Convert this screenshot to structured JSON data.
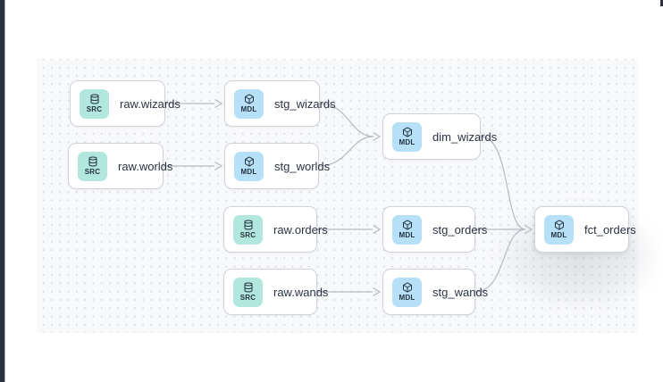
{
  "app": {
    "view": "data-lineage-canvas"
  },
  "colors": {
    "page_bg": "#ffffff",
    "left_bar": "#2a3140",
    "canvas_bg": "#f8f9fb",
    "canvas_dot": "#dadde2",
    "node_bg": "#ffffff",
    "node_border": "#cfd3da",
    "label_text": "#2a3342",
    "badge_text": "#27313f",
    "src_badge_bg": "#b2e7de",
    "mdl_badge_bg": "#b5e0f7",
    "edge": "#b6bac2"
  },
  "nodes": [
    {
      "id": "raw_wizards",
      "label": "raw.wizards",
      "badge": "SRC",
      "type": "source",
      "icon": "database-icon"
    },
    {
      "id": "stg_wizards",
      "label": "stg_wizards",
      "badge": "MDL",
      "type": "model",
      "icon": "cube-icon"
    },
    {
      "id": "raw_worlds",
      "label": "raw.worlds",
      "badge": "SRC",
      "type": "source",
      "icon": "database-icon"
    },
    {
      "id": "stg_worlds",
      "label": "stg_worlds",
      "badge": "MDL",
      "type": "model",
      "icon": "cube-icon"
    },
    {
      "id": "dim_wizards",
      "label": "dim_wizards",
      "badge": "MDL",
      "type": "model",
      "icon": "cube-icon"
    },
    {
      "id": "raw_orders",
      "label": "raw.orders",
      "badge": "SRC",
      "type": "source",
      "icon": "database-icon"
    },
    {
      "id": "stg_orders",
      "label": "stg_orders",
      "badge": "MDL",
      "type": "model",
      "icon": "cube-icon"
    },
    {
      "id": "raw_wands",
      "label": "raw.wands",
      "badge": "SRC",
      "type": "source",
      "icon": "database-icon"
    },
    {
      "id": "stg_wands",
      "label": "stg_wands",
      "badge": "MDL",
      "type": "model",
      "icon": "cube-icon"
    },
    {
      "id": "fct_orders",
      "label": "fct_orders",
      "badge": "MDL",
      "type": "model",
      "icon": "cube-icon"
    }
  ],
  "edges": [
    {
      "from": "raw.wizards",
      "to": "stg_wizards"
    },
    {
      "from": "raw.worlds",
      "to": "stg_worlds"
    },
    {
      "from": "stg_wizards",
      "to": "dim_wizards"
    },
    {
      "from": "stg_worlds",
      "to": "dim_wizards"
    },
    {
      "from": "raw.orders",
      "to": "stg_orders"
    },
    {
      "from": "raw.wands",
      "to": "stg_wands"
    },
    {
      "from": "dim_wizards",
      "to": "fct_orders"
    },
    {
      "from": "stg_orders",
      "to": "fct_orders"
    },
    {
      "from": "stg_wands",
      "to": "fct_orders"
    }
  ]
}
